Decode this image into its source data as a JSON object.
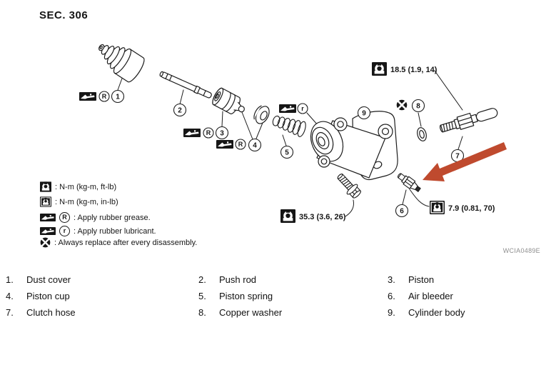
{
  "title": {
    "sec_label": "SEC. 306"
  },
  "figure_code": "WCIA0489E",
  "colors": {
    "arrow": "#bf4a2e",
    "line": "#1c1c1c"
  },
  "torque_labels": {
    "clutch_hose": "18.5 (1.9, 14)",
    "mounting_bolt": "35.3 (3.6, 26)",
    "air_bleeder": "7.9 (0.81, 70)"
  },
  "callouts": {
    "c1": "1",
    "c2": "2",
    "c3": "3",
    "c4": "4",
    "c5": "5",
    "c6": "6",
    "c7": "7",
    "c8": "8",
    "c9": "9",
    "upper_r": "R",
    "lower_r": "r"
  },
  "legend": {
    "ft_lb_text": ": N-m (kg-m, ft-lb)",
    "in_lb_text": ": N-m (kg-m, in-lb)",
    "grease_text": ": Apply rubber grease.",
    "lubricant_text": ": Apply rubber lubricant.",
    "replace_text": ": Always replace after every disassembly."
  },
  "parts": [
    {
      "num": "1.",
      "name": "Dust cover"
    },
    {
      "num": "2.",
      "name": "Push rod"
    },
    {
      "num": "3.",
      "name": "Piston"
    },
    {
      "num": "4.",
      "name": "Piston cup"
    },
    {
      "num": "5.",
      "name": "Piston spring"
    },
    {
      "num": "6.",
      "name": "Air bleeder"
    },
    {
      "num": "7.",
      "name": "Clutch hose"
    },
    {
      "num": "8.",
      "name": "Copper washer"
    },
    {
      "num": "9.",
      "name": "Cylinder body"
    }
  ]
}
